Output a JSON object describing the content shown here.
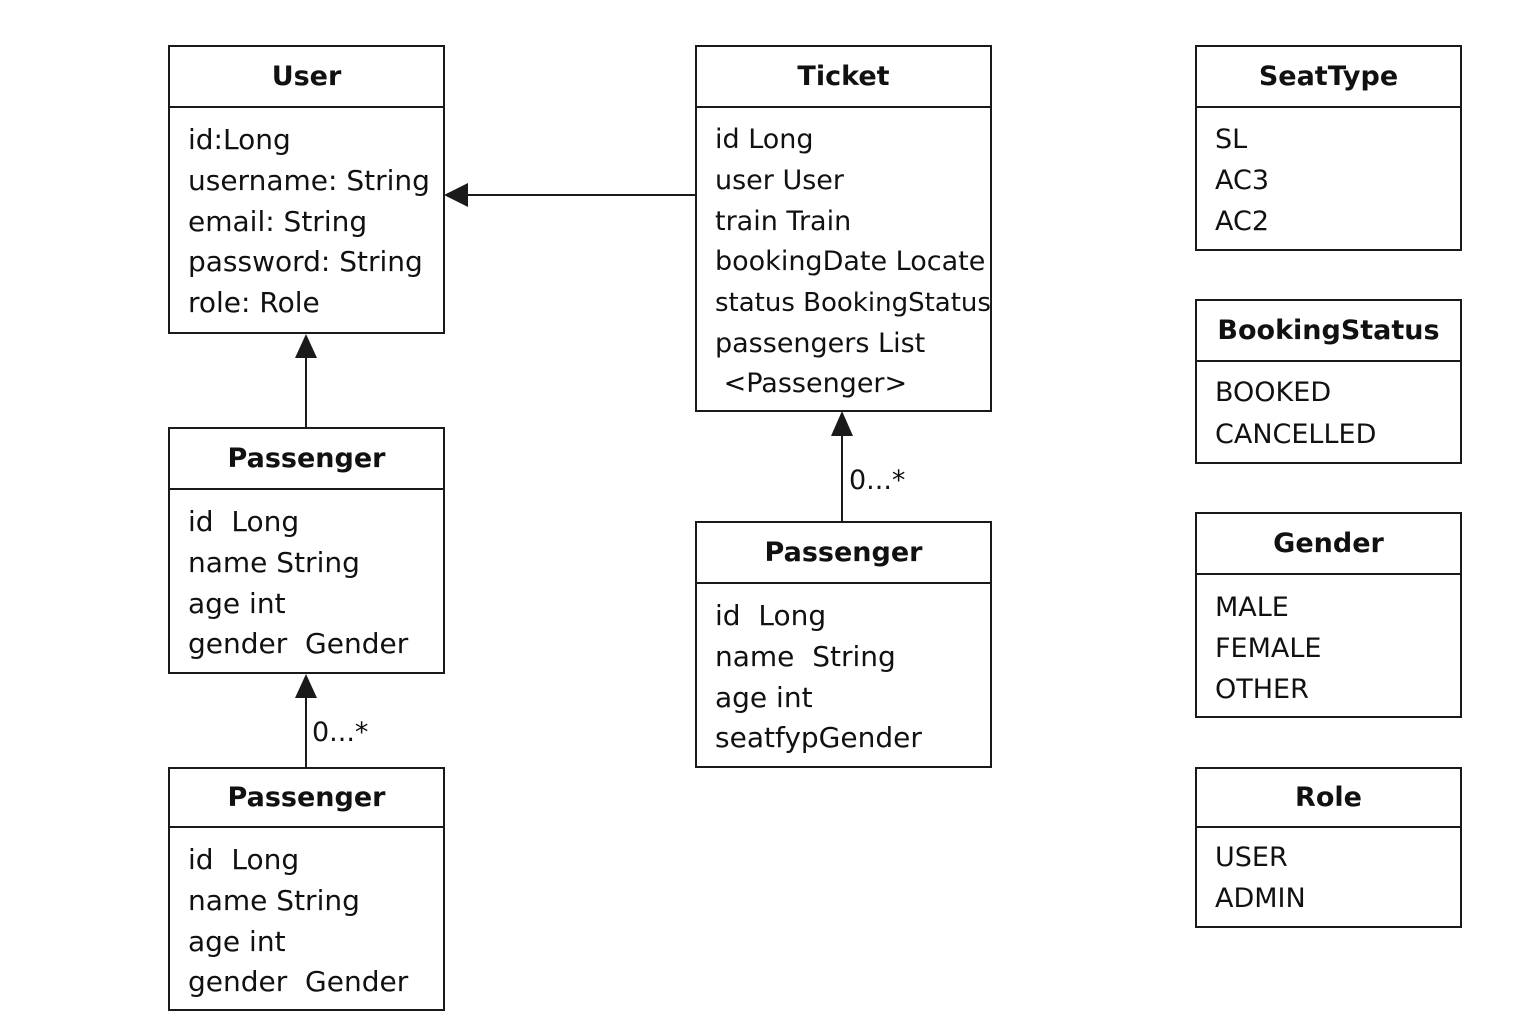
{
  "classes": {
    "user": {
      "name": "User",
      "attributes": [
        "id:Long",
        "username: String",
        "email: String",
        "password: String",
        "role: Role"
      ]
    },
    "ticket": {
      "name": "Ticket",
      "attributes": [
        "id Long",
        "user User",
        "train  Train",
        "bookingDate Locate",
        "status BookingStatus",
        "passengers List",
        " <Passenger>"
      ]
    },
    "passenger_left_mid": {
      "name": "Passenger",
      "attributes": [
        "id  Long",
        "name String",
        "age int",
        "gender  Gender"
      ]
    },
    "passenger_left_bottom": {
      "name": "Passenger",
      "attributes": [
        "id  Long",
        "name String",
        "age int",
        "gender  Gender"
      ]
    },
    "passenger_center": {
      "name": "Passenger",
      "attributes": [
        "id  Long",
        "name  String",
        "age int",
        "seatfypGender"
      ]
    }
  },
  "enums": {
    "seat_type": {
      "name": "SeatType",
      "values": [
        "SL",
        "AC3",
        "AC2"
      ]
    },
    "booking_status": {
      "name": "BookingStatus",
      "values": [
        "BOOKED",
        "CANCELLED"
      ]
    },
    "gender": {
      "name": "Gender",
      "values": [
        "MALE",
        "FEMALE",
        "OTHER"
      ]
    },
    "role": {
      "name": "Role",
      "values": [
        "USER",
        "ADMIN"
      ]
    }
  },
  "multiplicities": {
    "ticket_passenger": "0...*",
    "passenger_passenger": "0...*"
  }
}
